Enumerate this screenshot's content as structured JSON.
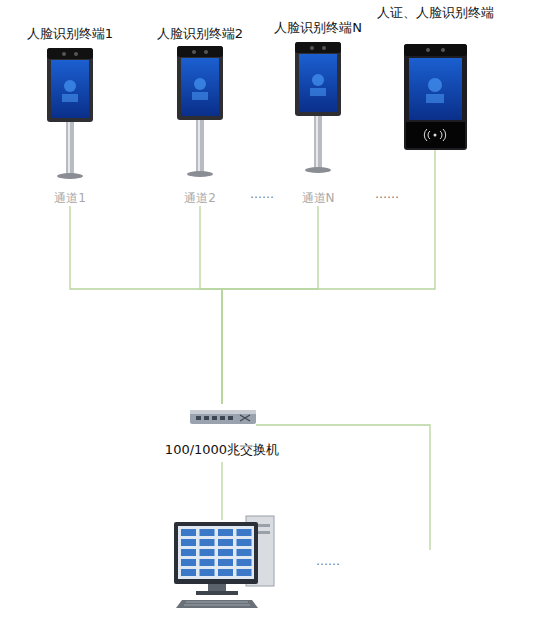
{
  "diagram": {
    "nodes": [
      {
        "text": [
          "人脸识别终端1",
          "通道1"
        ]
      },
      {
        "text": [
          "人脸识别终端2",
          "通道2"
        ]
      },
      {
        "text": [
          "人脸识别终端N",
          "通道N"
        ]
      },
      {
        "text": [
          "人证、人脸识别终端"
        ]
      },
      {
        "text": [
          "100/1000兆交换机"
        ]
      }
    ],
    "edges": [
      {
        "from": 0,
        "to": 4,
        "arrow": "none"
      },
      {
        "from": 1,
        "to": 4,
        "arrow": "none"
      },
      {
        "from": 2,
        "to": 4,
        "arrow": "none"
      },
      {
        "from": 3,
        "to": 4,
        "arrow": "none"
      }
    ],
    "labels": [
      "……",
      "……",
      "……"
    ]
  }
}
